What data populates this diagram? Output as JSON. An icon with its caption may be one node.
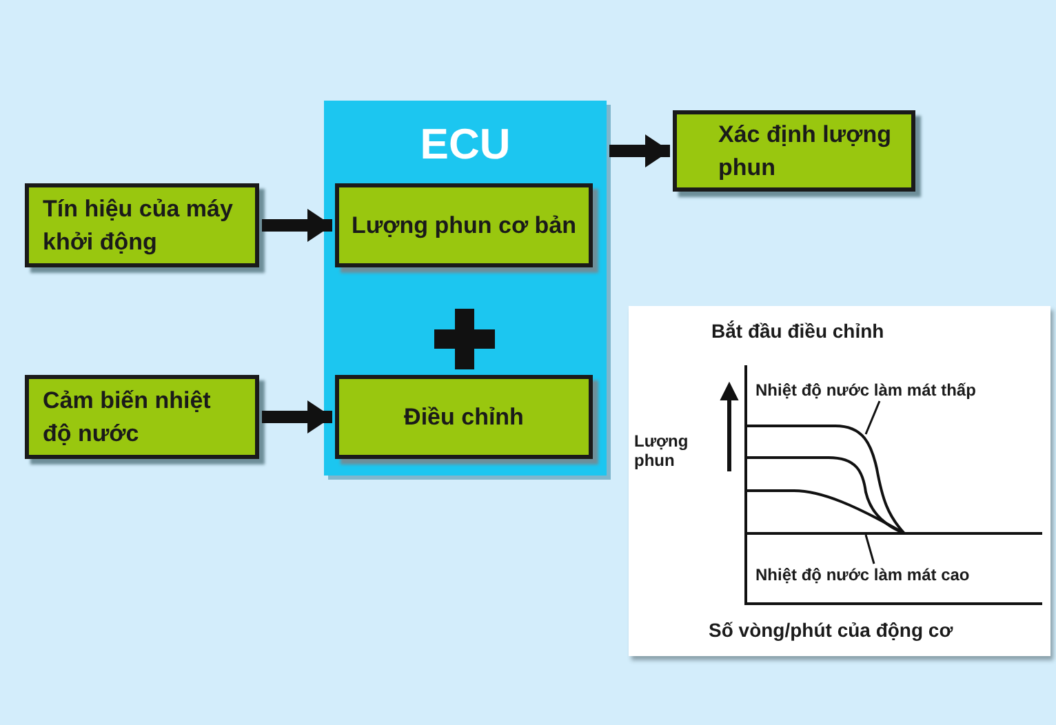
{
  "diagram": {
    "nodes": [
      {
        "text": [
          "ECU"
        ]
      },
      {
        "text": [
          "Tín hiệu của máy khởi động"
        ]
      },
      {
        "text": [
          "Lượng phun cơ bản"
        ],
        "in": 0
      },
      {
        "text": [
          "Cảm biến nhiệt độ nước"
        ]
      },
      {
        "text": [
          "Điều chỉnh"
        ],
        "in": 0
      },
      {
        "text": [
          "Xác định lượng phun"
        ]
      },
      {
        "text": [
          "Bắt đầu điều chỉnh",
          "Lượng phun",
          "Số vòng/phút của động cơ"
        ]
      },
      {
        "text": [
          "Nhiệt độ nước làm mát thấp"
        ],
        "in": 6
      },
      {
        "text": [
          "Nhiệt độ nước làm mát cao"
        ],
        "in": 6
      }
    ],
    "edges": [
      {
        "from": 1,
        "to": 2,
        "arrow": "to"
      },
      {
        "from": 3,
        "to": 4,
        "arrow": "to"
      },
      {
        "from": 0,
        "to": 5,
        "arrow": "to"
      },
      {
        "from": 7,
        "to": null,
        "arrow": "none"
      },
      {
        "from": 8,
        "to": null,
        "arrow": "none"
      }
    ]
  }
}
